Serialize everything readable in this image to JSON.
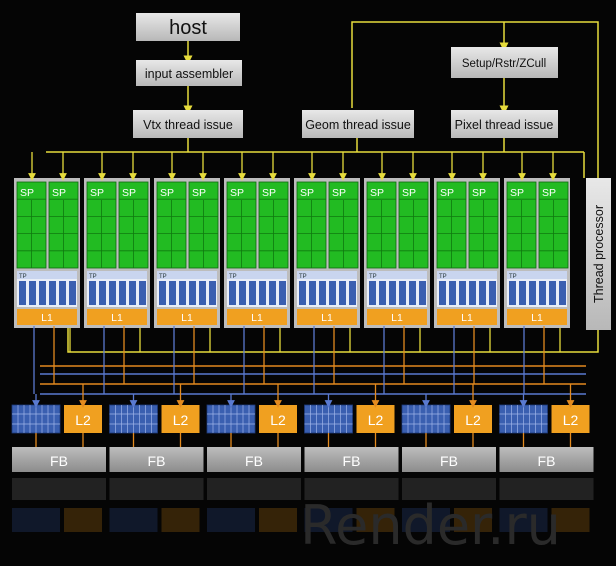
{
  "top_blocks": {
    "host": "host",
    "input_assembler": "input assembler",
    "vtx_thread_issue": "Vtx  thread issue",
    "geom_thread_issue": "Geom  thread issue",
    "setup": "Setup/Rstr/ZCull",
    "pixel_thread_issue": "Pixel  thread issue"
  },
  "thread_processor": "Thread processor",
  "cluster": {
    "count": 8,
    "sp_label": "SP",
    "tp_label": "TP",
    "l1_label": "L1"
  },
  "memory": {
    "partitions": 6,
    "l2_label": "L2",
    "fb_label": "FB"
  },
  "watermark": "Render.ru",
  "colors": {
    "background": "#050505",
    "block_gray": "#cfcfcf",
    "sp_green": "#22bb22",
    "tp_blue": "#3a5fb0",
    "cache_orange": "#f0a020",
    "wire_yellow": "#e6dc3c",
    "wire_orange": "#e38a1e",
    "wire_blue": "#5a7ad0",
    "fb_gray": "#9a9a9a"
  }
}
